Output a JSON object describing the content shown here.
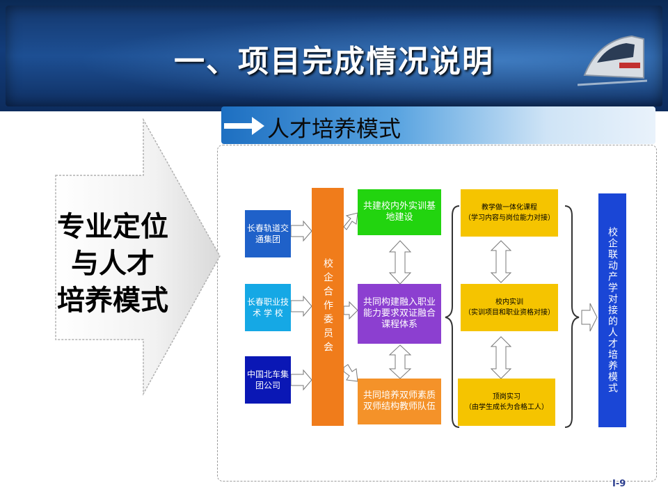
{
  "header": {
    "title": "一、项目完成情况说明"
  },
  "section": {
    "title": "人才培养模式"
  },
  "left_arrow": {
    "lines": [
      "专业定位",
      "与人才",
      "培养模式"
    ]
  },
  "partners": [
    {
      "label": "长春轨道交通集团",
      "color": "#1f61c9"
    },
    {
      "label": "长春职业技术 学 校",
      "color": "#15a8e5"
    },
    {
      "label": "中国北车集团公司",
      "color": "#0a17b5"
    }
  ],
  "committee": {
    "label": "校企合作委员会",
    "color": "#f07c1b"
  },
  "initiatives": [
    {
      "label": "共建校内外实训基地建设",
      "color": "#22d40f"
    },
    {
      "label": "共同构建融入职业能力要求双证融合课程体系",
      "color": "#8c3fd0"
    },
    {
      "label": "共同培养双师素质双师结构教师队伍",
      "color": "#f49229"
    }
  ],
  "outcomes": [
    {
      "label": "教学做一体化课程",
      "sub": "（学习内容与岗位能力对接）"
    },
    {
      "label": "校内实训",
      "sub": "（实训项目和职业资格对接）"
    },
    {
      "label": "顶岗实习",
      "sub": "（由学生成长为合格工人）"
    }
  ],
  "result": {
    "label": "校企联动产学对接的人才培养模式",
    "color": "#1a46d6"
  },
  "page_number": "I-9",
  "colors": {
    "outcome_fill": "#f5c400",
    "banner": "#14386e"
  }
}
